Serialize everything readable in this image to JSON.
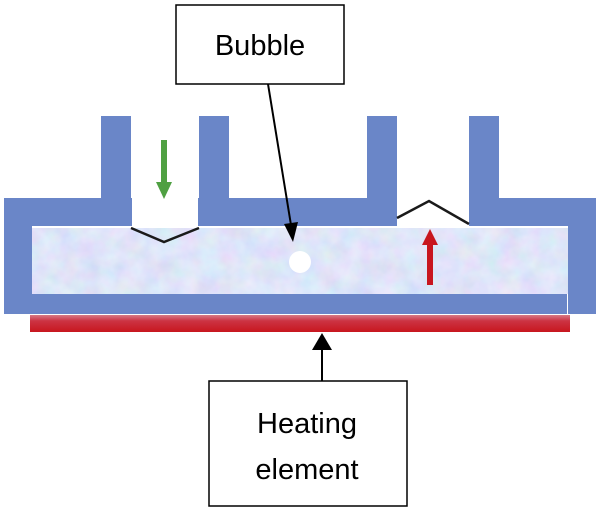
{
  "labels": {
    "bubble": "Bubble",
    "heating_line1": "Heating",
    "heating_line2": "element"
  },
  "colors": {
    "wall": "#6a86c8",
    "liquid_base": "#b8c6ea",
    "heater_top": "#c93a48",
    "heater_bottom": "#c81a22",
    "down_arrow": "#4fa042",
    "up_arrow": "#c8161e",
    "meniscus": "#1a1a1a",
    "callout_line": "#000000",
    "box_border": "#000000"
  },
  "icons": {
    "down_arrow": "arrow-down-icon",
    "up_arrow": "arrow-up-icon"
  }
}
